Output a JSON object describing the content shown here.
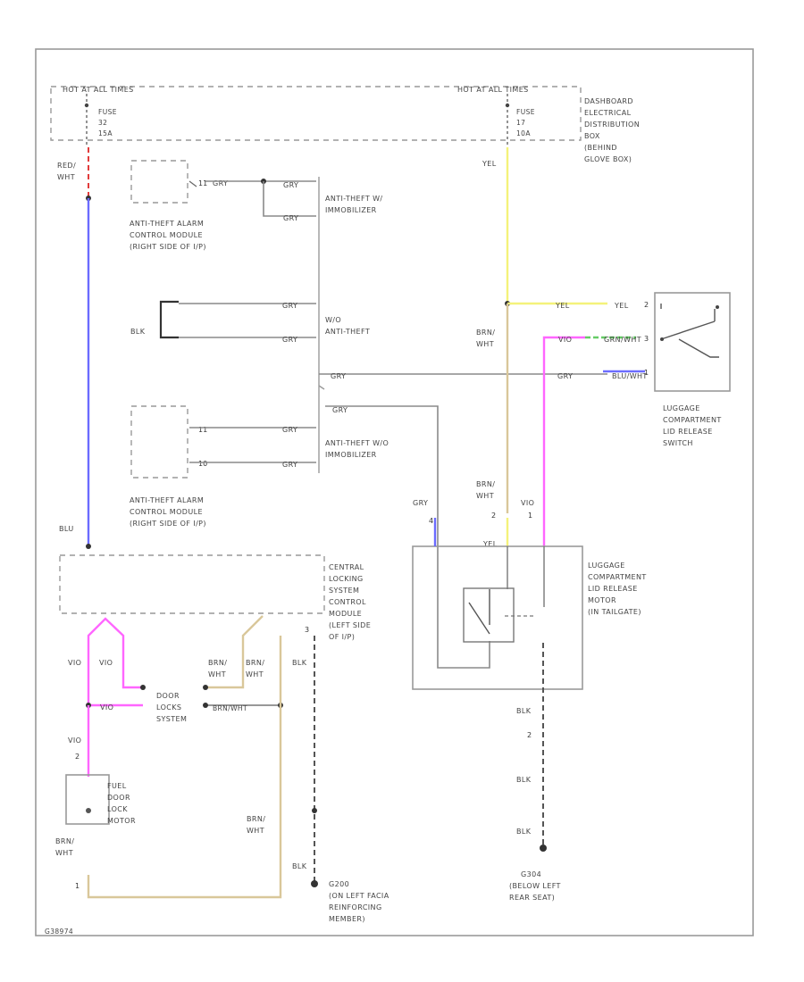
{
  "colors": {
    "red": "#e23b3b",
    "blue": "#6b6bff",
    "yellow": "#f4f27a",
    "tan": "#d9c79a",
    "pink": "#ff66ff",
    "green": "#66cc66",
    "grey": "#8a8a8a"
  },
  "fuse_box": {
    "hot_left": "HOT AT ALL TIMES",
    "hot_right": "HOT AT ALL TIMES",
    "fuse_left": [
      "FUSE",
      "32",
      "15A"
    ],
    "fuse_right": [
      "FUSE",
      "17",
      "10A"
    ],
    "desc": [
      "DASHBOARD",
      "ELECTRICAL",
      "DISTRIBUTION",
      "BOX",
      "(BEHIND",
      "GLOVE BOX)"
    ]
  },
  "wires": {
    "red_wht": [
      "RED/",
      "WHT"
    ],
    "blu": "BLU",
    "yel": "YEL",
    "blk": "BLK",
    "gry": "GRY",
    "brn_wht": [
      "BRN/",
      "WHT"
    ],
    "vio": "VIO",
    "grn_wht": "GRN/WHT",
    "blu_wht": "BLU/WHT",
    "brn_wht_inline": "BRN/WHT"
  },
  "components": {
    "alarm_module_1": [
      "ANTI-THEFT ALARM",
      "CONTROL MODULE",
      "(RIGHT SIDE OF I/P)"
    ],
    "alarm_module_2": [
      "ANTI-THEFT ALARM",
      "CONTROL MODULE",
      "(RIGHT SIDE OF I/P)"
    ],
    "immobilizer_1": [
      "ANTI-THEFT W/",
      "IMMOBILIZER"
    ],
    "wo_antitheft": [
      "W/O",
      "ANTI-THEFT"
    ],
    "immobilizer_2": [
      "ANTI-THEFT W/O",
      "IMMOBILIZER"
    ],
    "release_switch": [
      "LUGGAGE",
      "COMPARTMENT",
      "LID RELEASE",
      "SWITCH"
    ],
    "release_motor": [
      "LUGGAGE",
      "COMPARTMENT",
      "LID RELEASE",
      "MOTOR",
      "(IN TAILGATE)"
    ],
    "central_locking": [
      "CENTRAL",
      "LOCKING",
      "SYSTEM",
      "CONTROL",
      "MODULE",
      "(LEFT SIDE",
      "OF I/P)"
    ],
    "door_locks": [
      "DOOR",
      "LOCKS",
      "SYSTEM"
    ],
    "fuel_door_motor": [
      "FUEL",
      "DOOR",
      "LOCK",
      "MOTOR"
    ],
    "ground_1": [
      "G200",
      "(ON LEFT FACIA",
      "REINFORCING",
      "MEMBER)"
    ],
    "ground_2": [
      "G304",
      "(BELOW LEFT",
      "REAR SEAT)"
    ]
  },
  "pins": {
    "alarm1_pin": "11",
    "alarm2_pin_a": "11",
    "alarm2_pin_b": "10",
    "switch_pin_a": "2",
    "switch_pin_b": "3",
    "switch_pin_c": "1",
    "motor_pin_a": "4",
    "motor_pin_b": "2",
    "motor_pin_c": "1",
    "central_pin": "3",
    "fuel_pin_a": "2",
    "fuel_pin_b": "1",
    "ground_pin": "2"
  },
  "footer_code": "G38974"
}
